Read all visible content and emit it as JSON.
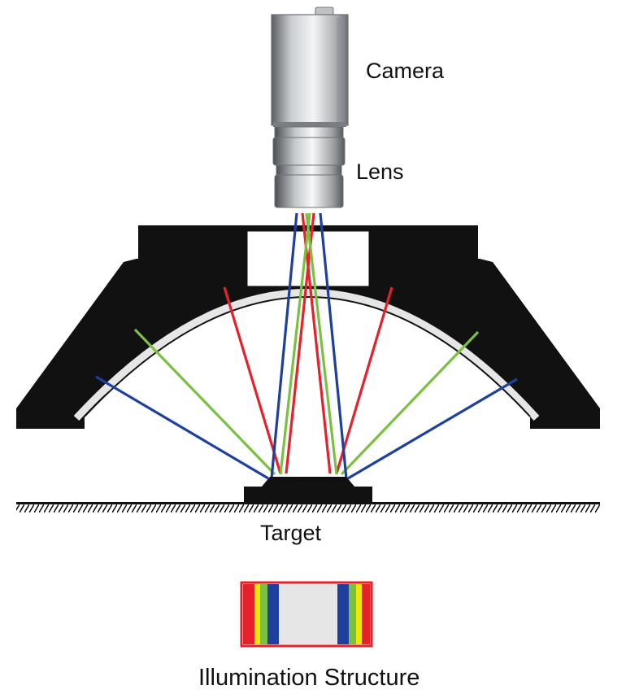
{
  "labels": {
    "camera": "Camera",
    "lens": "Lens",
    "target": "Target",
    "illumination_structure": "Illumination Structure"
  },
  "colors": {
    "ray_red": "#e8202a",
    "ray_green": "#7ac142",
    "ray_blue": "#1f3f9e",
    "structure": "#111111",
    "dome_inner": "#e0e0e0",
    "strip_yellow": "#f2e600",
    "strip_center": "#e6e6e6"
  },
  "illumination_bands": [
    "red",
    "yellow",
    "green",
    "blue",
    "white",
    "blue",
    "green",
    "yellow",
    "red"
  ]
}
